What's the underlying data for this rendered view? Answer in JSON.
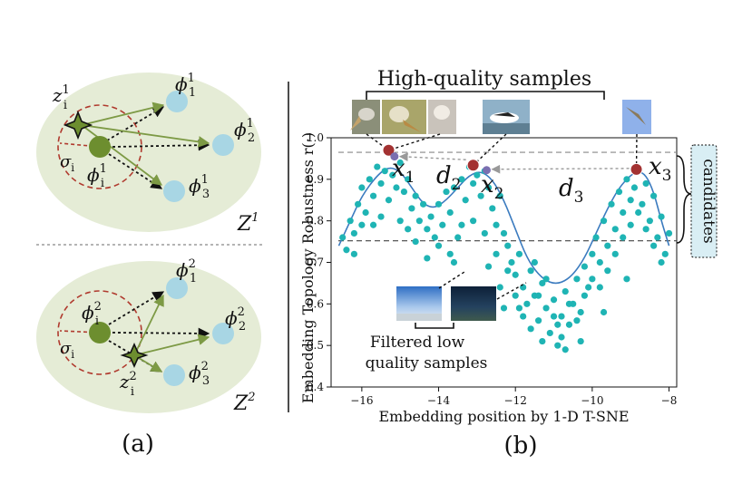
{
  "panel_a": {
    "caption": "(a)",
    "top": {
      "z_label": "z",
      "z_sup": "1",
      "z_sub": "i",
      "sigma": "σ",
      "sigma_sub": "i",
      "center_label": "ϕ",
      "center_sup": "1",
      "center_sub": "i",
      "phis": [
        {
          "name": "ϕ",
          "sup": "1",
          "sub": "1"
        },
        {
          "name": "ϕ",
          "sup": "1",
          "sub": "2"
        },
        {
          "name": "ϕ",
          "sup": "1",
          "sub": "3"
        }
      ],
      "space_label": "Z",
      "space_sup": "1"
    },
    "bottom": {
      "z_label": "z",
      "z_sup": "2",
      "z_sub": "i",
      "sigma": "σ",
      "sigma_sub": "i",
      "center_label": "ϕ",
      "center_sup": "2",
      "center_sub": "i",
      "phis": [
        {
          "name": "ϕ",
          "sup": "2",
          "sub": "1"
        },
        {
          "name": "ϕ",
          "sup": "2",
          "sub": "2"
        },
        {
          "name": "ϕ",
          "sup": "2",
          "sub": "3"
        }
      ],
      "space_label": "Z",
      "space_sup": "2"
    },
    "colors": {
      "ellipse": "#e5ecd6",
      "center": "#6d8e2f",
      "node": "#a8d6e4",
      "circle": "#b03a2e",
      "arrow": "#7d9a45"
    }
  },
  "panel_b": {
    "caption": "(b)",
    "header": "High-quality samples",
    "filtered_label_1": "Filtered low",
    "filtered_label_2": "quality samples",
    "candidates": "candidates",
    "x1": "x",
    "x1_sub": "1",
    "x2": "x",
    "x2_sub": "2",
    "x3": "x",
    "x3_sub": "3",
    "d2": "d",
    "d2_sub": "2",
    "d3": "d",
    "d3_sub": "3",
    "colors": {
      "points": "#1fb4b4",
      "curve": "#3b7bbf",
      "highlight": "#a33232",
      "pair": "#7a6fb0"
    }
  },
  "chart_data": {
    "type": "scatter",
    "xlabel": "Embedding position  by 1-D T-SNE",
    "ylabel": "Embedding Topology Robustness r(·)",
    "xlim": [
      -16.8,
      -7.8
    ],
    "ylim": [
      0.4,
      1.0
    ],
    "xticks": [
      -16,
      -14,
      -12,
      -10,
      -8
    ],
    "yticks": [
      0.4,
      0.5,
      0.6,
      0.7,
      0.8,
      0.9,
      1.0
    ],
    "x_tick_labels": [
      "−16",
      "−14",
      "−12",
      "−10",
      "−8"
    ],
    "y_tick_labels": [
      "0.4",
      "0.5",
      "0.6",
      "0.7",
      "0.8",
      "0.9",
      "1.0"
    ],
    "threshold_upper": 0.965,
    "threshold_lower": 0.752,
    "highlight_points": [
      {
        "x": -15.3,
        "y": 0.97
      },
      {
        "x": -13.1,
        "y": 0.934
      },
      {
        "x": -8.85,
        "y": 0.924
      }
    ],
    "pair_points": [
      {
        "x": -15.15,
        "y": 0.955
      },
      {
        "x": -12.75,
        "y": 0.922
      }
    ],
    "curve": [
      [
        -16.6,
        0.74
      ],
      [
        -16.3,
        0.8
      ],
      [
        -16.0,
        0.86
      ],
      [
        -15.6,
        0.91
      ],
      [
        -15.3,
        0.93
      ],
      [
        -15.0,
        0.92
      ],
      [
        -14.7,
        0.88
      ],
      [
        -14.4,
        0.84
      ],
      [
        -14.1,
        0.83
      ],
      [
        -13.8,
        0.85
      ],
      [
        -13.5,
        0.88
      ],
      [
        -13.2,
        0.91
      ],
      [
        -12.9,
        0.92
      ],
      [
        -12.6,
        0.9
      ],
      [
        -12.3,
        0.85
      ],
      [
        -12.0,
        0.78
      ],
      [
        -11.7,
        0.71
      ],
      [
        -11.4,
        0.67
      ],
      [
        -11.1,
        0.65
      ],
      [
        -10.8,
        0.65
      ],
      [
        -10.5,
        0.67
      ],
      [
        -10.2,
        0.71
      ],
      [
        -9.9,
        0.77
      ],
      [
        -9.6,
        0.83
      ],
      [
        -9.3,
        0.88
      ],
      [
        -9.0,
        0.91
      ],
      [
        -8.8,
        0.92
      ],
      [
        -8.6,
        0.91
      ],
      [
        -8.4,
        0.87
      ],
      [
        -8.2,
        0.8
      ],
      [
        -8.0,
        0.74
      ]
    ],
    "points": [
      [
        -16.4,
        0.73
      ],
      [
        -16.3,
        0.8
      ],
      [
        -16.2,
        0.77
      ],
      [
        -16.1,
        0.84
      ],
      [
        -16.0,
        0.88
      ],
      [
        -15.9,
        0.82
      ],
      [
        -15.8,
        0.9
      ],
      [
        -15.7,
        0.86
      ],
      [
        -15.6,
        0.93
      ],
      [
        -15.5,
        0.89
      ],
      [
        -15.4,
        0.92
      ],
      [
        -15.3,
        0.85
      ],
      [
        -15.2,
        0.91
      ],
      [
        -15.1,
        0.88
      ],
      [
        -15.0,
        0.94
      ],
      [
        -14.9,
        0.87
      ],
      [
        -14.8,
        0.9
      ],
      [
        -14.7,
        0.83
      ],
      [
        -14.6,
        0.86
      ],
      [
        -14.5,
        0.8
      ],
      [
        -14.4,
        0.84
      ],
      [
        -14.3,
        0.78
      ],
      [
        -14.2,
        0.81
      ],
      [
        -14.1,
        0.76
      ],
      [
        -14.0,
        0.84
      ],
      [
        -13.9,
        0.79
      ],
      [
        -13.8,
        0.87
      ],
      [
        -13.7,
        0.82
      ],
      [
        -13.6,
        0.88
      ],
      [
        -13.5,
        0.76
      ],
      [
        -13.4,
        0.9
      ],
      [
        -13.3,
        0.85
      ],
      [
        -13.2,
        0.93
      ],
      [
        -13.1,
        0.89
      ],
      [
        -13.0,
        0.91
      ],
      [
        -12.9,
        0.86
      ],
      [
        -12.8,
        0.92
      ],
      [
        -12.7,
        0.88
      ],
      [
        -12.6,
        0.83
      ],
      [
        -12.5,
        0.79
      ],
      [
        -12.4,
        0.86
      ],
      [
        -12.3,
        0.77
      ],
      [
        -12.2,
        0.74
      ],
      [
        -12.1,
        0.7
      ],
      [
        -12.0,
        0.67
      ],
      [
        -11.9,
        0.72
      ],
      [
        -11.8,
        0.64
      ],
      [
        -11.7,
        0.6
      ],
      [
        -11.6,
        0.68
      ],
      [
        -11.5,
        0.62
      ],
      [
        -11.4,
        0.56
      ],
      [
        -11.3,
        0.65
      ],
      [
        -11.2,
        0.59
      ],
      [
        -11.1,
        0.53
      ],
      [
        -11.0,
        0.61
      ],
      [
        -10.9,
        0.5
      ],
      [
        -10.8,
        0.57
      ],
      [
        -10.7,
        0.63
      ],
      [
        -10.6,
        0.55
      ],
      [
        -10.5,
        0.6
      ],
      [
        -10.4,
        0.66
      ],
      [
        -10.3,
        0.58
      ],
      [
        -10.2,
        0.69
      ],
      [
        -10.1,
        0.64
      ],
      [
        -10.0,
        0.72
      ],
      [
        -9.9,
        0.76
      ],
      [
        -9.8,
        0.7
      ],
      [
        -9.7,
        0.8
      ],
      [
        -9.6,
        0.74
      ],
      [
        -9.5,
        0.84
      ],
      [
        -9.4,
        0.78
      ],
      [
        -9.3,
        0.87
      ],
      [
        -9.2,
        0.82
      ],
      [
        -9.1,
        0.9
      ],
      [
        -9.0,
        0.85
      ],
      [
        -8.9,
        0.88
      ],
      [
        -8.8,
        0.92
      ],
      [
        -8.7,
        0.84
      ],
      [
        -8.6,
        0.89
      ],
      [
        -8.5,
        0.8
      ],
      [
        -8.4,
        0.86
      ],
      [
        -8.3,
        0.76
      ],
      [
        -8.2,
        0.81
      ],
      [
        -8.1,
        0.72
      ],
      [
        -8.0,
        0.77
      ],
      [
        -16.5,
        0.76
      ],
      [
        -16.0,
        0.79
      ],
      [
        -15.5,
        0.81
      ],
      [
        -15.0,
        0.8
      ],
      [
        -14.6,
        0.75
      ],
      [
        -14.3,
        0.71
      ],
      [
        -14.0,
        0.74
      ],
      [
        -13.7,
        0.72
      ],
      [
        -13.4,
        0.79
      ],
      [
        -13.1,
        0.8
      ],
      [
        -12.8,
        0.77
      ],
      [
        -12.5,
        0.72
      ],
      [
        -12.2,
        0.68
      ],
      [
        -12.0,
        0.62
      ],
      [
        -11.8,
        0.57
      ],
      [
        -11.6,
        0.54
      ],
      [
        -11.4,
        0.62
      ],
      [
        -11.2,
        0.66
      ],
      [
        -11.0,
        0.57
      ],
      [
        -10.8,
        0.52
      ],
      [
        -10.6,
        0.6
      ],
      [
        -10.4,
        0.56
      ],
      [
        -10.2,
        0.62
      ],
      [
        -10.0,
        0.66
      ],
      [
        -9.8,
        0.64
      ],
      [
        -9.6,
        0.68
      ],
      [
        -9.4,
        0.72
      ],
      [
        -9.2,
        0.76
      ],
      [
        -9.0,
        0.79
      ],
      [
        -8.8,
        0.82
      ],
      [
        -8.6,
        0.78
      ],
      [
        -8.4,
        0.74
      ],
      [
        -8.2,
        0.7
      ],
      [
        -12.7,
        0.69
      ],
      [
        -12.4,
        0.64
      ],
      [
        -11.9,
        0.59
      ],
      [
        -11.3,
        0.51
      ],
      [
        -10.9,
        0.55
      ],
      [
        -10.7,
        0.49
      ],
      [
        -10.3,
        0.51
      ],
      [
        -11.5,
        0.7
      ],
      [
        -12.3,
        0.59
      ],
      [
        -13.6,
        0.7
      ],
      [
        -14.8,
        0.78
      ],
      [
        -15.7,
        0.79
      ],
      [
        -16.2,
        0.72
      ],
      [
        -9.7,
        0.58
      ],
      [
        -9.1,
        0.66
      ]
    ]
  }
}
